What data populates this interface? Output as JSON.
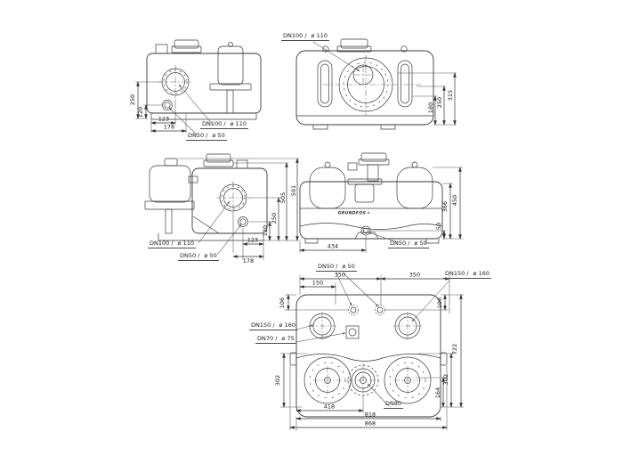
{
  "brand": {
    "name": "GRUNDFOS",
    "mark": "✕"
  },
  "views": {
    "top_side": {
      "dims": {
        "h250": "250",
        "h120": "120",
        "w123": "123",
        "w178": "178"
      },
      "labels": {
        "dn100": {
          "dn": "DN100 /",
          "size": "ø 110"
        },
        "dn50": {
          "dn": "DN50 /",
          "size": "ø 50"
        }
      }
    },
    "top_end": {
      "dims": {
        "h180": "180",
        "h250": "250",
        "h315": "315"
      },
      "labels": {
        "dn100": {
          "dn": "DN100 /",
          "size": "ø 110"
        }
      }
    },
    "mid_side": {
      "dims": {
        "h120": "120",
        "h250": "250",
        "h505": "505",
        "h591": "591",
        "w123": "123",
        "w178": "178"
      },
      "labels": {
        "dn100": {
          "dn": "DN100 /",
          "size": "ø 110"
        },
        "dn50": {
          "dn": "DN50 /",
          "size": "ø 50"
        }
      }
    },
    "mid_front": {
      "dims": {
        "w434": "434",
        "h366": "366",
        "h450": "450",
        "h50": "50"
      },
      "labels": {
        "dn50": {
          "dn": "DN50 /",
          "size": "ø 50"
        }
      }
    },
    "plan": {
      "dims": {
        "w350_left": "350",
        "w150": "150",
        "w350_right": "350",
        "h106_left": "106",
        "h106_right": "106",
        "h302_left": "302",
        "h722": "722",
        "h302_right": "302",
        "h164": "164",
        "w418": "418",
        "w818": "818",
        "w868": "868"
      },
      "labels": {
        "dn50_top": {
          "dn": "DN50 /",
          "size": "ø 50"
        },
        "dn150_right": {
          "dn": "DN150 /",
          "size": "ø 160"
        },
        "dn150_left": {
          "dn": "DN150 /",
          "size": "ø 160"
        },
        "dn70": {
          "dn": "DN70 /",
          "size": "ø 75"
        },
        "dn80": "DN80"
      }
    }
  }
}
